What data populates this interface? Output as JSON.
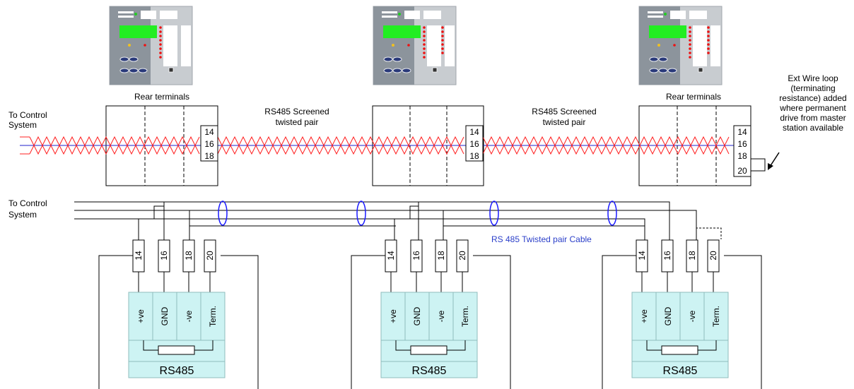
{
  "top": {
    "left_label_line1": "To Control",
    "left_label_line2": "System",
    "rear_terminals_label": "Rear terminals",
    "cable_label_line1": "RS485 Screened",
    "cable_label_line2": "twisted pair",
    "terminal_numbers": [
      "14",
      "16",
      "18"
    ],
    "terminal_20": "20",
    "note_lines": [
      "Ext Wire loop",
      "(terminating",
      "resistance) added",
      "where permanent",
      "drive from master",
      "station available"
    ]
  },
  "bottom": {
    "left_label_line1": "To Control",
    "left_label_line2": "System",
    "cable_label": "RS 485 Twisted pair Cable",
    "terminal_numbers": [
      "14",
      "16",
      "18",
      "20"
    ],
    "port_labels": [
      "+ve",
      "GND",
      "-ve",
      "Term."
    ],
    "rs485_label": "RS485"
  },
  "colors": {
    "red_wire": "#ff2020",
    "blue_wire": "#2020cc",
    "cable_blue": "#1a1aff",
    "label_blue": "#2b3fc9",
    "port_fill": "#cdf3f3",
    "port_stroke": "#8fbcbc",
    "relay_body": "#c8ccd0",
    "relay_dark": "#8c949c",
    "display_green": "#22ee22"
  }
}
